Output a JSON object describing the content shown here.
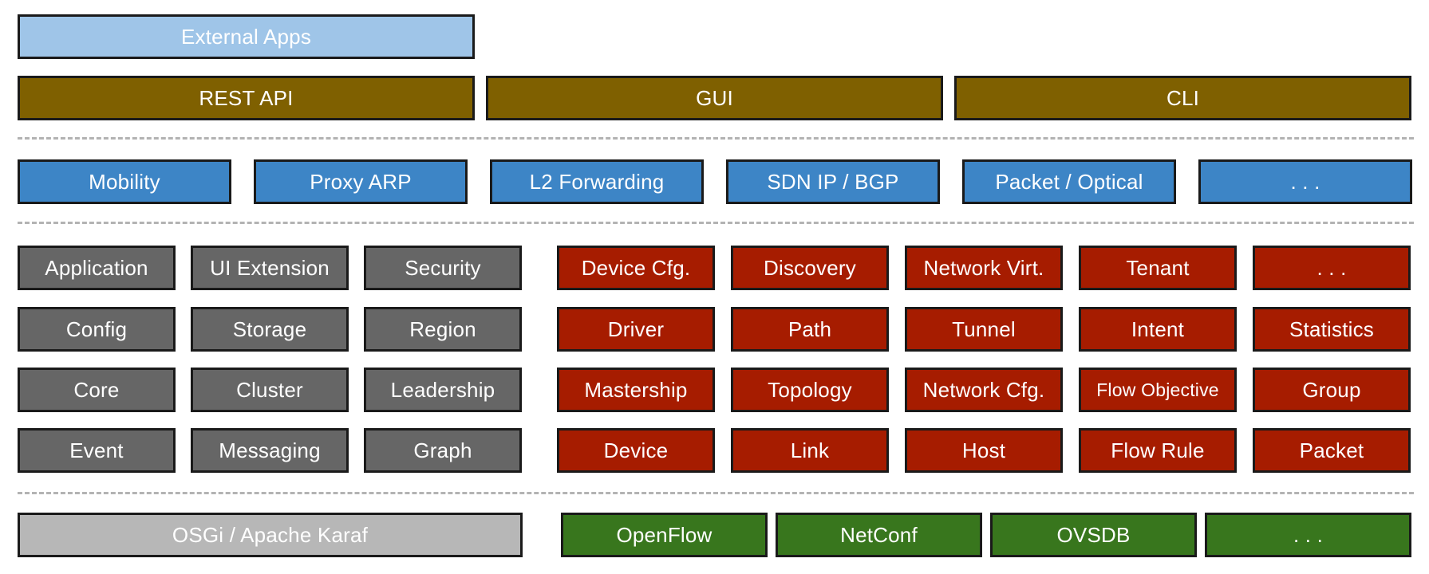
{
  "external": {
    "apps": "External Apps"
  },
  "interfaces": {
    "rest": "REST API",
    "gui": "GUI",
    "cli": "CLI"
  },
  "applications": [
    "Mobility",
    "Proxy ARP",
    "L2 Forwarding",
    "SDN IP / BGP",
    "Packet / Optical",
    ". . ."
  ],
  "core_services": [
    [
      "Application",
      "UI Extension",
      "Security"
    ],
    [
      "Config",
      "Storage",
      "Region"
    ],
    [
      "Core",
      "Cluster",
      "Leadership"
    ],
    [
      "Event",
      "Messaging",
      "Graph"
    ]
  ],
  "network_services": [
    [
      "Device Cfg.",
      "Discovery",
      "Network Virt.",
      "Tenant",
      ". . ."
    ],
    [
      "Driver",
      "Path",
      "Tunnel",
      "Intent",
      "Statistics"
    ],
    [
      "Mastership",
      "Topology",
      "Network Cfg.",
      "Flow Objective",
      "Group"
    ],
    [
      "Device",
      "Link",
      "Host",
      "Flow Rule",
      "Packet"
    ]
  ],
  "platform": {
    "osgi": "OSGi / Apache Karaf"
  },
  "providers": [
    "OpenFlow",
    "NetConf",
    "OVSDB",
    ". . ."
  ],
  "colors": {
    "external": "#9fc5e8",
    "interfaces": "#7f6000",
    "applications": "#3d85c6",
    "core_services": "#666666",
    "network_services": "#a61c00",
    "platform": "#b7b7b7",
    "providers": "#38761d"
  }
}
